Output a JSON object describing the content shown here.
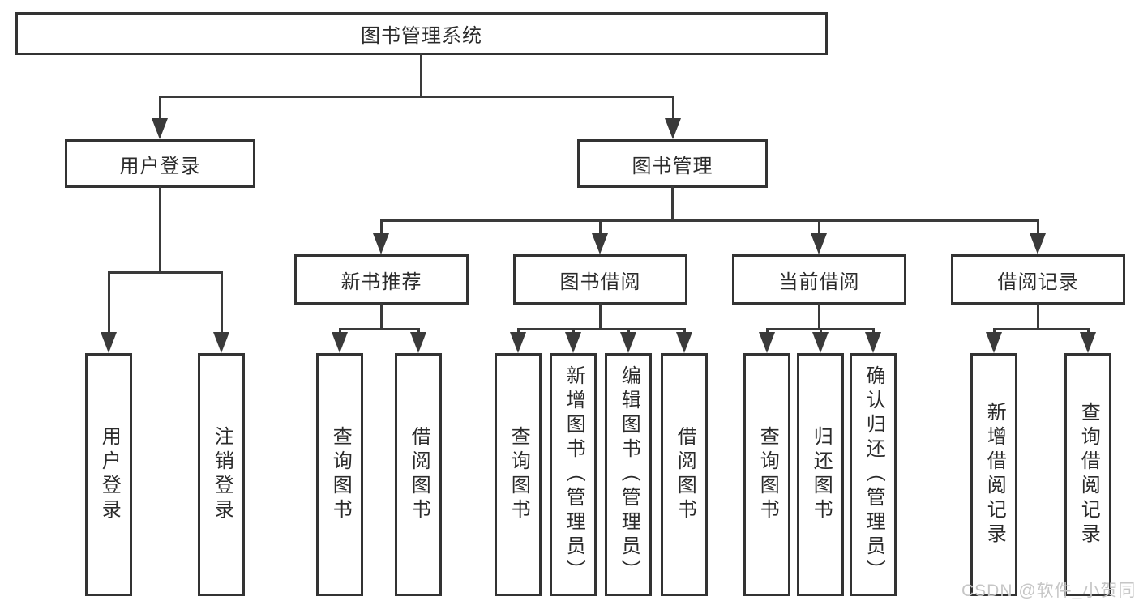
{
  "tree": {
    "root": "图书管理系统",
    "level2": [
      "用户登录",
      "图书管理"
    ],
    "level3": [
      "新书推荐",
      "图书借阅",
      "当前借阅",
      "借阅记录"
    ],
    "leaves": {
      "user_login": [
        "用户登录",
        "注销登录"
      ],
      "new_books": [
        "查询图书",
        "借阅图书"
      ],
      "book_borrow": [
        "查询图书",
        "新增图书（管理员）",
        "编辑图书（管理员）",
        "借阅图书"
      ],
      "current_borrow": [
        "查询图书",
        "归还图书",
        "确认归还（管理员）"
      ],
      "borrow_records": [
        "新增借阅记录",
        "查询借阅记录"
      ]
    }
  },
  "watermark": "CSDN @软件_小贺同学",
  "colors": {
    "line": "#3a3a3a",
    "border": "#333333",
    "text": "#2b2b2b",
    "watermark": "#c6c6c6",
    "background": "#ffffff"
  }
}
